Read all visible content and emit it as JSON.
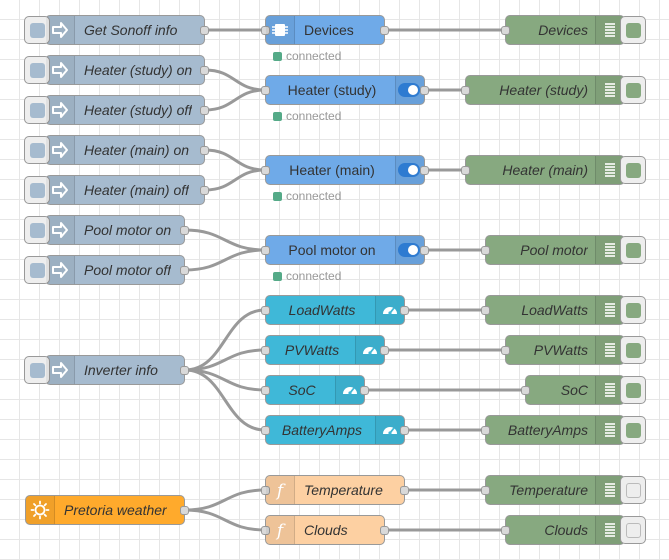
{
  "theme": {
    "inject": "#a6bbcf",
    "device": "#6faae8",
    "debug": "#87a980",
    "gauge": "#3fb8d8",
    "function": "#fdd0a2",
    "weather": "#ffaa2c",
    "status_green": "#55aa88",
    "toggle_on": "#2e7bd1"
  },
  "nodes": {
    "get_sonoff_info": {
      "label": "Get Sonoff info",
      "icon": "inject-arrow-icon"
    },
    "heater_study_on": {
      "label": "Heater (study) on",
      "icon": "inject-arrow-icon"
    },
    "heater_study_off": {
      "label": "Heater (study) off",
      "icon": "inject-arrow-icon"
    },
    "heater_main_on": {
      "label": "Heater (main) on",
      "icon": "inject-arrow-icon"
    },
    "heater_main_off": {
      "label": "Heater (main) off",
      "icon": "inject-arrow-icon"
    },
    "pool_motor_on": {
      "label": "Pool motor on",
      "icon": "inject-arrow-icon"
    },
    "pool_motor_off": {
      "label": "Pool motor off",
      "icon": "inject-arrow-icon"
    },
    "inverter_info": {
      "label": "Inverter info",
      "icon": "inject-arrow-icon"
    },
    "pretoria_weather": {
      "label": "Pretoria weather",
      "icon": "sun-icon"
    },
    "devices": {
      "label": "Devices",
      "status": "connected",
      "icon": "chip-icon"
    },
    "heater_study": {
      "label": "Heater (study)",
      "status": "connected",
      "toggle": "on"
    },
    "heater_main": {
      "label": "Heater (main)",
      "status": "connected",
      "toggle": "on"
    },
    "pool_motor_switch": {
      "label": "Pool motor on",
      "status": "connected",
      "toggle": "on"
    },
    "gauge_loadwatts": {
      "label": "LoadWatts",
      "icon": "gauge-icon"
    },
    "gauge_pvwatts": {
      "label": "PVWatts",
      "icon": "gauge-icon"
    },
    "gauge_soc": {
      "label": "SoC",
      "icon": "gauge-icon"
    },
    "gauge_batteryamps": {
      "label": "BatteryAmps",
      "icon": "gauge-icon"
    },
    "func_temperature": {
      "label": "Temperature",
      "icon": "function-icon"
    },
    "func_clouds": {
      "label": "Clouds",
      "icon": "function-icon"
    },
    "debug_devices": {
      "label": "Devices",
      "icon": "list-icon"
    },
    "debug_heater_study": {
      "label": "Heater (study)",
      "icon": "list-icon"
    },
    "debug_heater_main": {
      "label": "Heater (main)",
      "icon": "list-icon"
    },
    "debug_pool_motor": {
      "label": "Pool motor",
      "icon": "list-icon"
    },
    "debug_loadwatts": {
      "label": "LoadWatts",
      "icon": "list-icon"
    },
    "debug_pvwatts": {
      "label": "PVWatts",
      "icon": "list-icon"
    },
    "debug_soc": {
      "label": "SoC",
      "icon": "list-icon"
    },
    "debug_batteryamps": {
      "label": "BatteryAmps",
      "icon": "list-icon"
    },
    "debug_temperature": {
      "label": "Temperature",
      "icon": "list-icon"
    },
    "debug_clouds": {
      "label": "Clouds",
      "icon": "list-icon"
    }
  }
}
